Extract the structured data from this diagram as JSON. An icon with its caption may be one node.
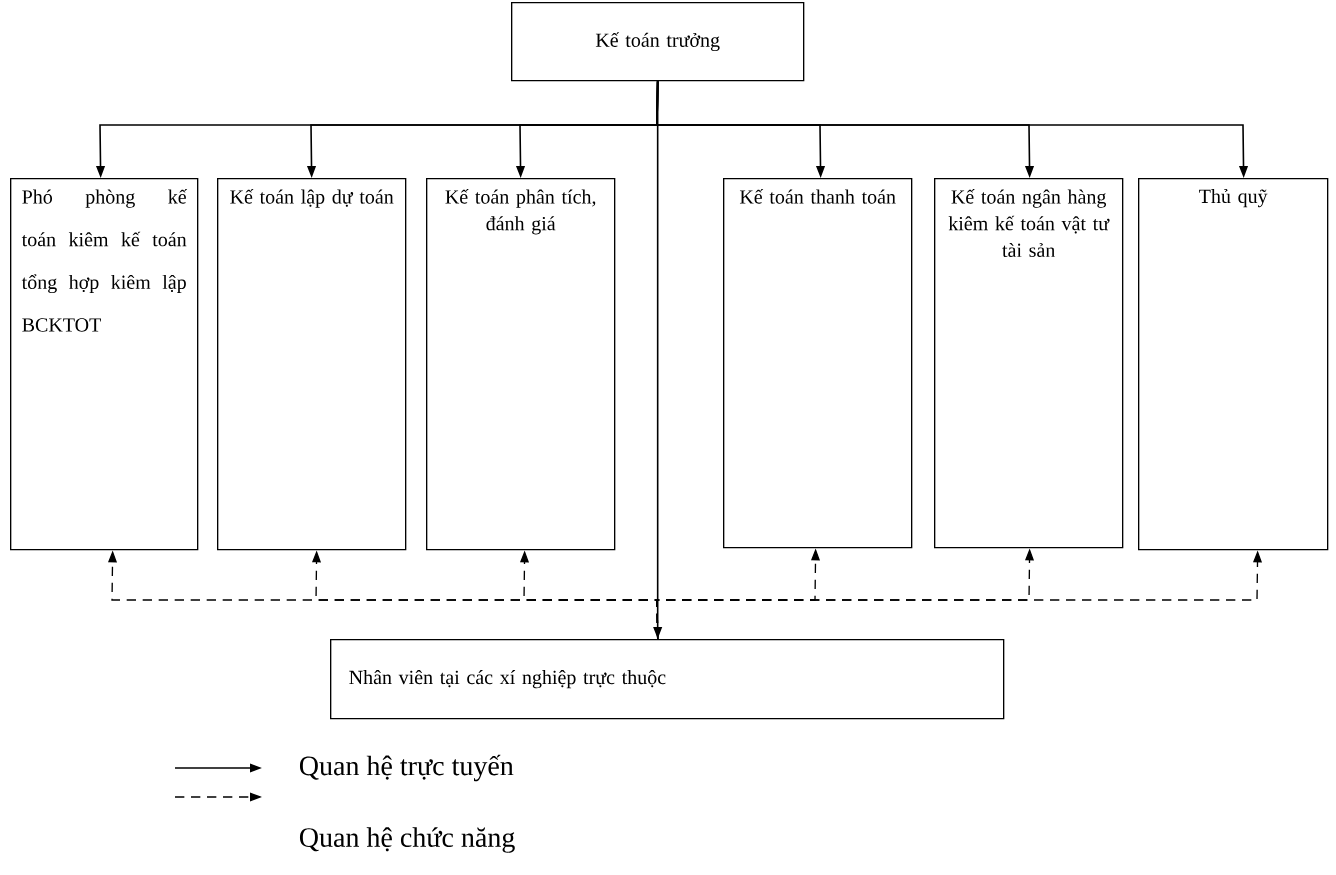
{
  "diagram": {
    "nodes": [
      {
        "text": [
          "Kế toán trưởng"
        ]
      },
      {
        "text": [
          "Phó phòng kế toán kiêm kế toán tổng hợp kiêm lập BCKTOT"
        ]
      },
      {
        "text": [
          "Kế toán lập dự toán"
        ]
      },
      {
        "text": [
          "Kế toán phân tích, đánh giá"
        ]
      },
      {
        "text": [
          "Kế toán thanh toán"
        ]
      },
      {
        "text": [
          "Kế toán ngân hàng kiêm kế toán vật tư tài sản"
        ]
      },
      {
        "text": [
          "Thủ quỹ"
        ]
      },
      {
        "text": [
          "Nhân viên tại các xí nghiệp trực thuộc"
        ]
      }
    ],
    "edges": [
      {
        "from": 0,
        "to": 1,
        "arrow": "to"
      },
      {
        "from": 0,
        "to": 2,
        "arrow": "to"
      },
      {
        "from": 0,
        "to": 3,
        "arrow": "to"
      },
      {
        "from": 0,
        "to": 4,
        "arrow": "to"
      },
      {
        "from": 0,
        "to": 5,
        "arrow": "to"
      },
      {
        "from": 0,
        "to": 6,
        "arrow": "to"
      },
      {
        "from": 0,
        "to": 7,
        "arrow": "to"
      },
      {
        "from": 7,
        "to": 1,
        "arrow": "to",
        "style": "dashed"
      },
      {
        "from": 7,
        "to": 2,
        "arrow": "to",
        "style": "dashed"
      },
      {
        "from": 7,
        "to": 3,
        "arrow": "to",
        "style": "dashed"
      },
      {
        "from": 7,
        "to": 4,
        "arrow": "to",
        "style": "dashed"
      },
      {
        "from": 7,
        "to": 5,
        "arrow": "to",
        "style": "dashed"
      },
      {
        "from": 7,
        "to": 6,
        "arrow": "to",
        "style": "dashed"
      }
    ],
    "legend": [
      {
        "text": "Quan hệ trực tuyến"
      },
      {
        "text": "Quan hệ chức năng"
      }
    ]
  }
}
